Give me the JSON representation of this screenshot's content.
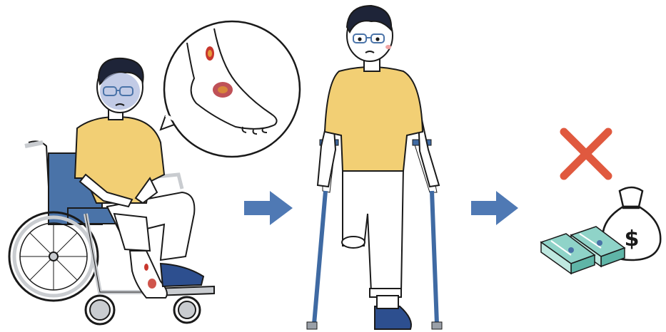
{
  "panels": [
    {
      "id": "wheelchair-scene",
      "label": ""
    },
    {
      "id": "crutches-scene",
      "label": ""
    },
    {
      "id": "cost-scene",
      "label": ""
    }
  ],
  "money_bag": {
    "symbol": "$"
  },
  "colors": {
    "shirt": "#f2cf74",
    "wheelchair": "#4a73a8",
    "wheelchair_frame": "#c9ccd0",
    "arrow": "#4f79b4",
    "cross": "#e0593f",
    "wound": "#c8372d",
    "shoe": "#2d4f8f",
    "crutch": "#3f6aa3",
    "cash": "#8fd3c8",
    "outline": "#1a1a1a"
  },
  "icons": [
    "wound-zoom-callout",
    "right-arrow-icon",
    "cross-icon",
    "money-bag-icon",
    "cash-stack-icon"
  ]
}
